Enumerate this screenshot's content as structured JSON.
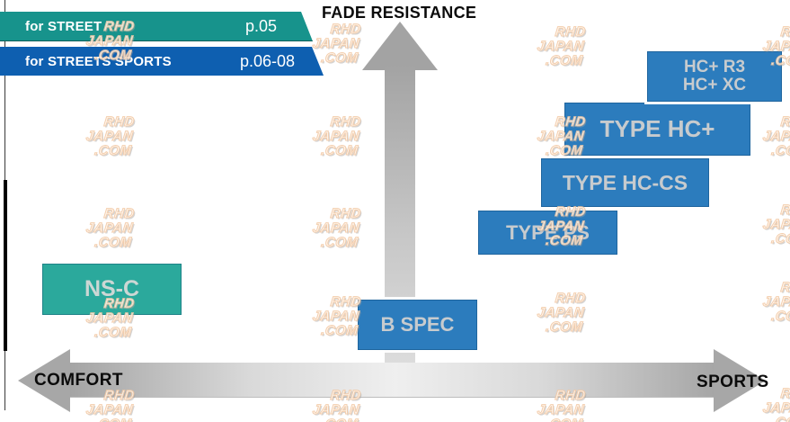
{
  "title": "FADE RESISTANCE",
  "ribbons": {
    "street": {
      "label": "for STREET",
      "page": "p.05",
      "color": "#17938c"
    },
    "street_sports": {
      "label": "for STREETS SPORTS",
      "page": "p.06-08",
      "color": "#0e5fb0"
    }
  },
  "axes": {
    "vertical_label": "FADE RESISTANCE",
    "left_label": "COMFORT",
    "right_label": "SPORTS"
  },
  "products": [
    {
      "label": "NS-C",
      "category": "for STREET",
      "color": "#2ba99c"
    },
    {
      "label": "B SPEC",
      "category": "for STREETS SPORTS",
      "color": "#2c7cbd"
    },
    {
      "label": "TYPE PS",
      "category": "for STREETS SPORTS",
      "color": "#2c7cbd"
    },
    {
      "label": "TYPE HC-CS",
      "category": "for STREETS SPORTS",
      "color": "#2c7cbd"
    },
    {
      "label": "TYPE HC+",
      "category": "for STREETS SPORTS",
      "color": "#2c7cbd"
    },
    {
      "label": "HC+ R3",
      "label2": "HC+ XC",
      "category": "for STREETS SPORTS",
      "color": "#2c7cbd"
    }
  ],
  "watermark": {
    "lines": {
      "0": "RHD",
      "1": "JAPAN",
      "2": ".COM"
    }
  },
  "chart_data": {
    "type": "scatter",
    "title": "FADE RESISTANCE",
    "xlabel_left": "COMFORT",
    "xlabel_right": "SPORTS",
    "ylabel": "FADE RESISTANCE",
    "x_range": [
      0,
      1
    ],
    "y_range": [
      0,
      1
    ],
    "grid": false,
    "legend_position": "top-left",
    "series": [
      {
        "name": "for STREET",
        "page": "p.05",
        "color": "#17938c",
        "points": [
          {
            "label": "NS-C",
            "x": 0.12,
            "y": 0.3
          }
        ]
      },
      {
        "name": "for STREETS SPORTS",
        "page": "p.06-08",
        "color": "#0e5fb0",
        "points": [
          {
            "label": "B SPEC",
            "x": 0.52,
            "y": 0.2
          },
          {
            "label": "TYPE PS",
            "x": 0.68,
            "y": 0.45
          },
          {
            "label": "TYPE HC-CS",
            "x": 0.77,
            "y": 0.6
          },
          {
            "label": "TYPE HC+",
            "x": 0.82,
            "y": 0.74
          },
          {
            "label": "HC+ R3 / HC+ XC",
            "x": 0.89,
            "y": 0.9
          }
        ]
      }
    ]
  }
}
